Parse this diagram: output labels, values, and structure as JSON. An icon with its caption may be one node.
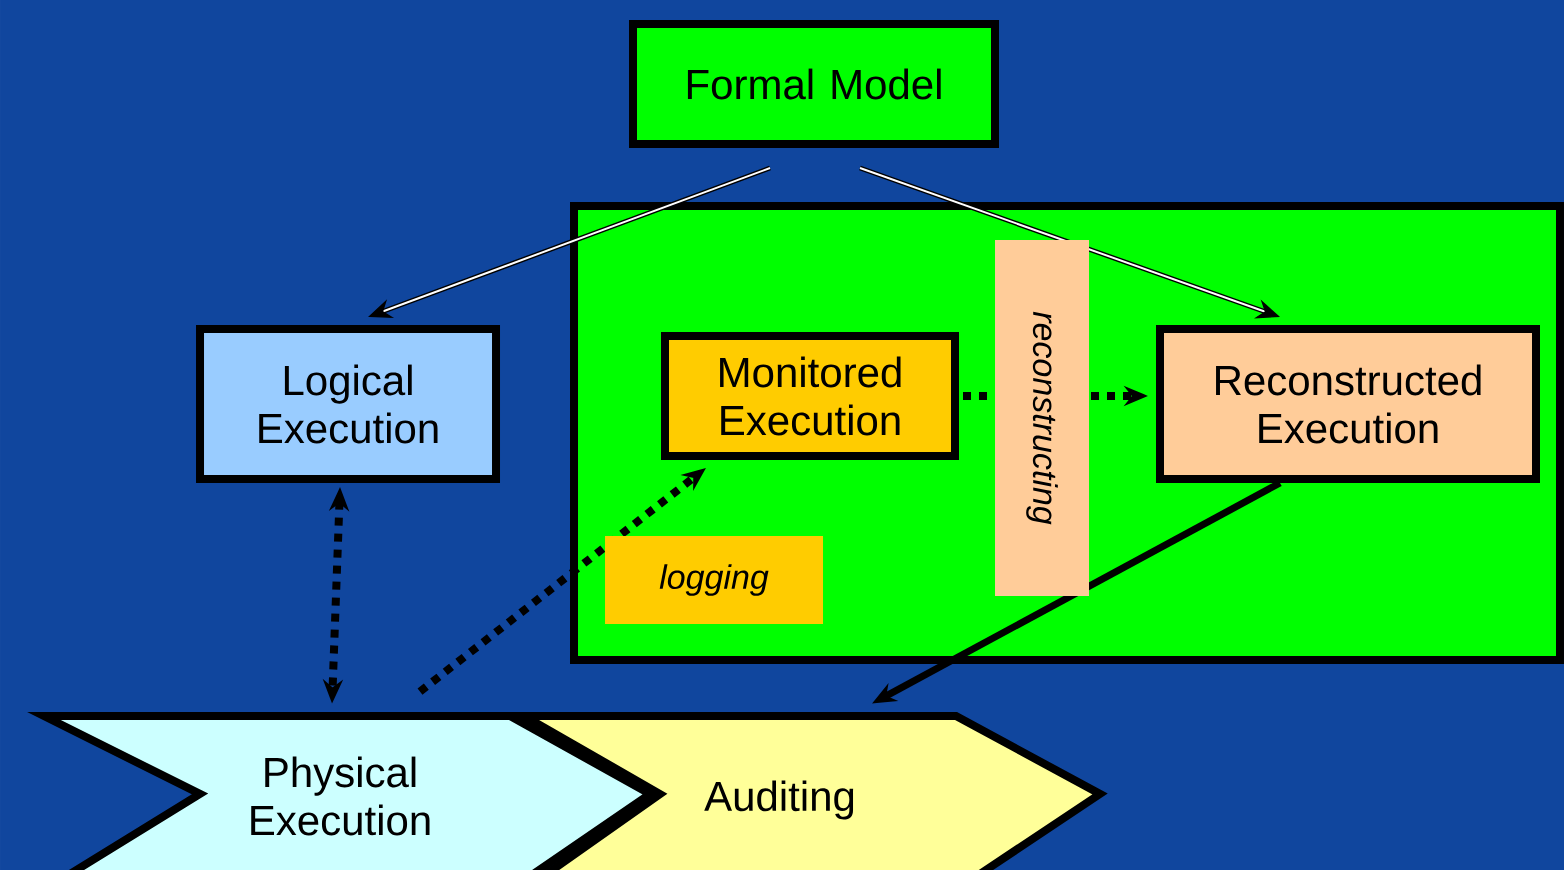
{
  "diagram": {
    "nodes": [
      {
        "text": [
          "Formal Model"
        ]
      },
      {
        "text": [
          "Logical Execution"
        ]
      },
      {
        "text": [],
        "shape": "box"
      },
      {
        "text": [
          "Monitored Execution"
        ],
        "in": 2
      },
      {
        "text": [
          "Reconstructed Execution"
        ],
        "in": 2
      },
      {
        "text": [
          "Physical Execution"
        ]
      },
      {
        "text": [
          "Auditing"
        ]
      }
    ],
    "edges": [
      {
        "from": 0,
        "to": 1,
        "arrow": "to"
      },
      {
        "from": 0,
        "to": 4,
        "arrow": "to"
      },
      {
        "from": 1,
        "to": 5,
        "arrow": "both",
        "style": "dashed"
      },
      {
        "from": 5,
        "to": 3,
        "arrow": "to",
        "style": "dashed",
        "label": "logging"
      },
      {
        "from": 3,
        "to": 4,
        "arrow": "to",
        "style": "dashed",
        "label": "reconstructing"
      },
      {
        "from": 4,
        "to": 6,
        "arrow": "to"
      }
    ]
  }
}
